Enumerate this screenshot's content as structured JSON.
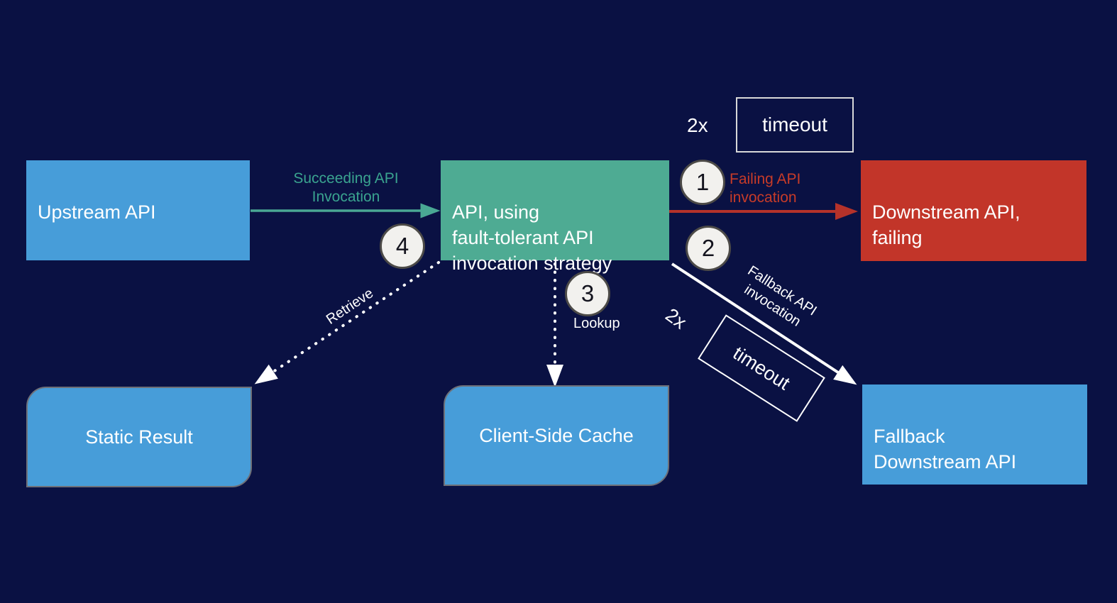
{
  "canvas": {
    "background": "#0a1143"
  },
  "nodes": {
    "upstream": {
      "label": "Upstream API",
      "color": "#479dd9"
    },
    "strategy": {
      "label": "API, using\nfault-tolerant API\ninvocation strategy",
      "color": "#4eab93"
    },
    "downstream_failing": {
      "label": "Downstream API,\nfailing",
      "color": "#c23529"
    },
    "static_result": {
      "label": "Static Result",
      "color": "#479dd9"
    },
    "client_cache": {
      "label": "Client-Side Cache",
      "color": "#479dd9"
    },
    "fallback_downstream": {
      "label": "Fallback\nDownstream API",
      "color": "#479dd9"
    }
  },
  "edges": {
    "succeeding": {
      "label": "Succeeding API\nInvocation",
      "color": "#3aa38f",
      "style": "solid"
    },
    "failing": {
      "label": "Failing API\ninvocation",
      "color": "#c73b28",
      "style": "solid"
    },
    "fallback": {
      "label": "Fallback API\ninvocation",
      "color": "#ffffff",
      "style": "solid"
    },
    "lookup": {
      "label": "Lookup",
      "color": "#ffffff",
      "style": "dotted"
    },
    "retrieve": {
      "label": "Retrieve",
      "color": "#ffffff",
      "style": "dotted"
    }
  },
  "steps": {
    "one": "1",
    "two": "2",
    "three": "3",
    "four": "4"
  },
  "timeouts": {
    "top": {
      "multiplier": "2x",
      "label": "timeout"
    },
    "diagonal": {
      "multiplier": "2x",
      "label": "timeout"
    }
  }
}
